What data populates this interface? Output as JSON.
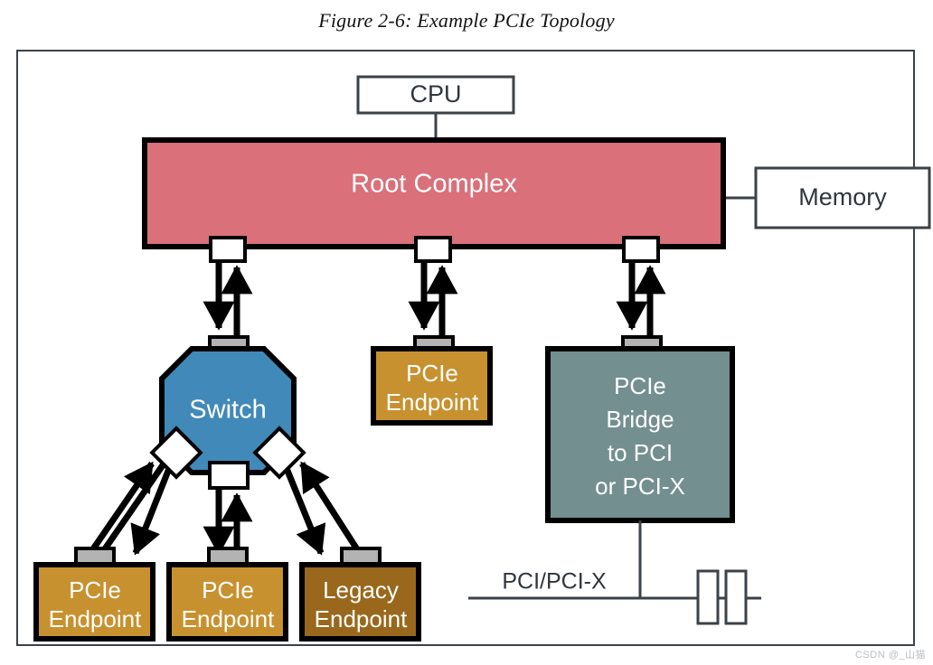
{
  "figure": {
    "title": "Figure 2-6: Example PCIe Topology",
    "watermark": "CSDN @_山猫"
  },
  "colors": {
    "root_complex_fill": "#d9707a",
    "switch_fill": "#4189b8",
    "pcie_endpoint_fill": "#c8912f",
    "legacy_endpoint_fill": "#99681c",
    "bridge_fill": "#738f90",
    "plain_box_stroke": "#3b4249",
    "plain_box_fill": "#ffffff",
    "heavy_stroke": "#000000",
    "downstream_port_fill": "#ffffff",
    "upstream_port_fill": "#b3b3b3",
    "bus_line": "#3b4249",
    "page_background": "#ffffff"
  },
  "nodes": {
    "cpu": {
      "label": "CPU",
      "shape": "rect",
      "fill": "#ffffff"
    },
    "memory": {
      "label": "Memory",
      "shape": "rect",
      "fill": "#ffffff"
    },
    "root_complex": {
      "label": "Root Complex",
      "shape": "rect",
      "fill": "#d9707a"
    },
    "switch": {
      "label": "Switch",
      "shape": "octagon",
      "fill": "#4189b8"
    },
    "endpoint_right": {
      "line1": "PCIe",
      "line2": "Endpoint",
      "shape": "rect",
      "fill": "#c8912f"
    },
    "bridge": {
      "line1": "PCIe",
      "line2": "Bridge",
      "line3": "to PCI",
      "line4": "or PCI-X",
      "shape": "rect",
      "fill": "#738f90"
    },
    "endpoint_bottom_left": {
      "line1": "PCIe",
      "line2": "Endpoint",
      "shape": "rect",
      "fill": "#c8912f"
    },
    "endpoint_bottom_mid": {
      "line1": "PCIe",
      "line2": "Endpoint",
      "shape": "rect",
      "fill": "#c8912f"
    },
    "endpoint_bottom_right": {
      "line1": "Legacy",
      "line2": "Endpoint",
      "shape": "rect",
      "fill": "#99681c"
    }
  },
  "bus": {
    "label": "PCI/PCI-X",
    "slot_count": 2
  },
  "links": [
    {
      "id": "rc-to-switch",
      "from": "root_complex",
      "to": "switch",
      "bidirectional": true
    },
    {
      "id": "rc-to-endpoint",
      "from": "root_complex",
      "to": "endpoint_right",
      "bidirectional": true
    },
    {
      "id": "rc-to-bridge",
      "from": "root_complex",
      "to": "bridge",
      "bidirectional": true
    },
    {
      "id": "switch-to-ep-left",
      "from": "switch",
      "to": "endpoint_bottom_left",
      "bidirectional": true
    },
    {
      "id": "switch-to-ep-mid",
      "from": "switch",
      "to": "endpoint_bottom_mid",
      "bidirectional": true
    },
    {
      "id": "switch-to-ep-right",
      "from": "switch",
      "to": "endpoint_bottom_right",
      "bidirectional": true
    },
    {
      "id": "cpu-to-rc",
      "from": "cpu",
      "to": "root_complex",
      "bidirectional": false
    },
    {
      "id": "rc-to-memory",
      "from": "root_complex",
      "to": "memory",
      "bidirectional": false
    },
    {
      "id": "bridge-to-bus",
      "from": "bridge",
      "to": "bus",
      "bidirectional": false
    }
  ],
  "ports": {
    "downstream_label": "downstream-port",
    "upstream_label": "upstream-port"
  }
}
